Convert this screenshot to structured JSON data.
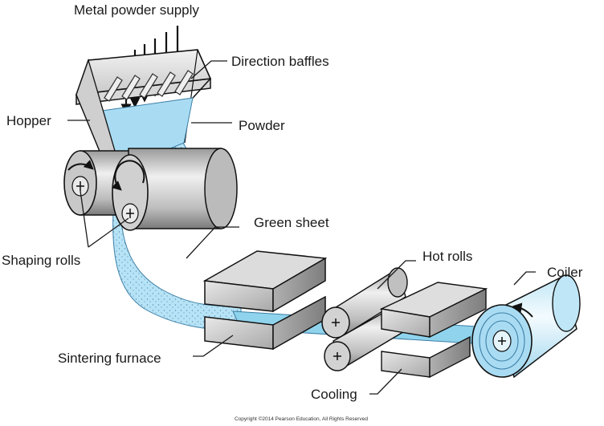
{
  "labels": {
    "metal_powder_supply": "Metal powder supply",
    "direction_baffles": "Direction baffles",
    "hopper": "Hopper",
    "powder": "Powder",
    "green_sheet": "Green sheet",
    "shaping_rolls": "Shaping rolls",
    "hot_rolls": "Hot rolls",
    "coiler": "Coiler",
    "sintering_furnace": "Sintering furnace",
    "cooling": "Cooling"
  },
  "copyright": "Copyright ©2014 Pearson Education, All Rights Reserved",
  "colors": {
    "powder_blue": "#a9dcf3",
    "sheet_blue": "#7fcde9",
    "metal_light": "#e4e4e4",
    "metal_dark": "#8a8a8a",
    "outline": "#111111"
  }
}
